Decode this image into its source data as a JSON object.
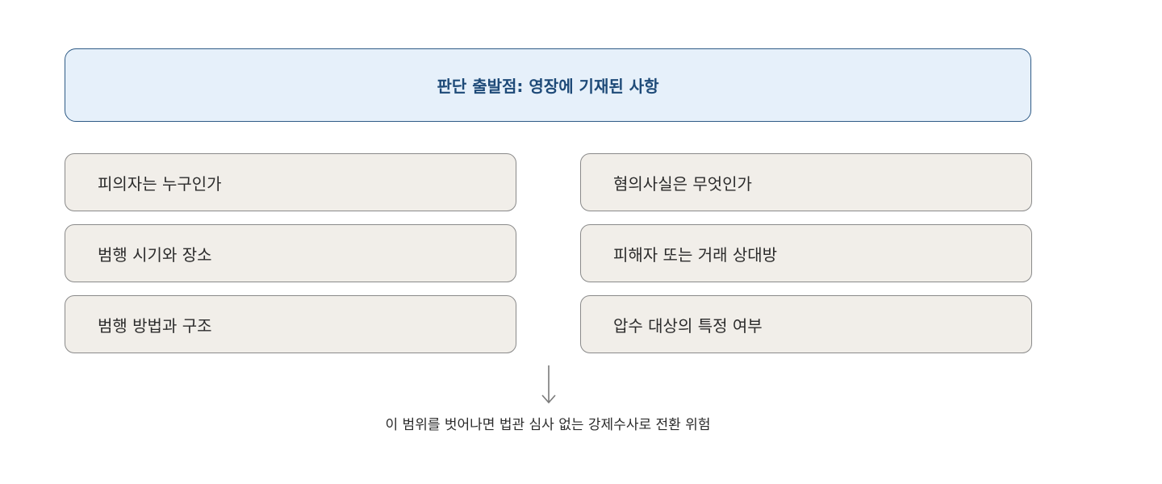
{
  "header": {
    "title": "판단 출발점: 영장에 기재된 사항"
  },
  "items": {
    "left": [
      "피의자는 누구인가",
      "범행 시기와 장소",
      "범행 방법과 구조"
    ],
    "right": [
      "혐의사실은 무엇인가",
      "피해자 또는 거래 상대방",
      "압수 대상의 특정 여부"
    ]
  },
  "footer": {
    "note": "이 범위를 벗어나면 법관 심사 없는 강제수사로 전환 위험"
  },
  "colors": {
    "header_bg": "#e6f0fa",
    "header_border": "#2f5b86",
    "header_text": "#1e4a78",
    "item_bg": "#f1eee9",
    "item_border": "#8a8a8a"
  }
}
